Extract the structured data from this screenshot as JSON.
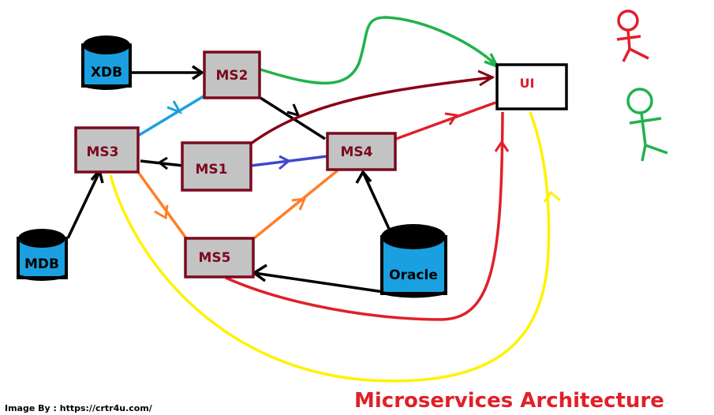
{
  "diagram": {
    "title": "Microservices Architecture",
    "credit": "Image By : https://crtr4u.com/",
    "nodes": {
      "xdb": "XDB",
      "mdb": "MDB",
      "oracle": "Oracle",
      "ms1": "MS1",
      "ms2": "MS2",
      "ms3": "MS3",
      "ms4": "MS4",
      "ms5": "MS5",
      "ui": "UI"
    },
    "colors": {
      "box_fill": "#c3c3c3",
      "box_border": "#7a0a1e",
      "db_fill": "#1aa0e0",
      "ui_border": "#000000",
      "green": "#22b24c",
      "red": "#e0202a",
      "dark_red": "#880015",
      "yellow": "#fff200",
      "blue_light": "#1aa0e0",
      "blue_dark": "#3f48cc",
      "orange": "#ff7f27"
    }
  }
}
